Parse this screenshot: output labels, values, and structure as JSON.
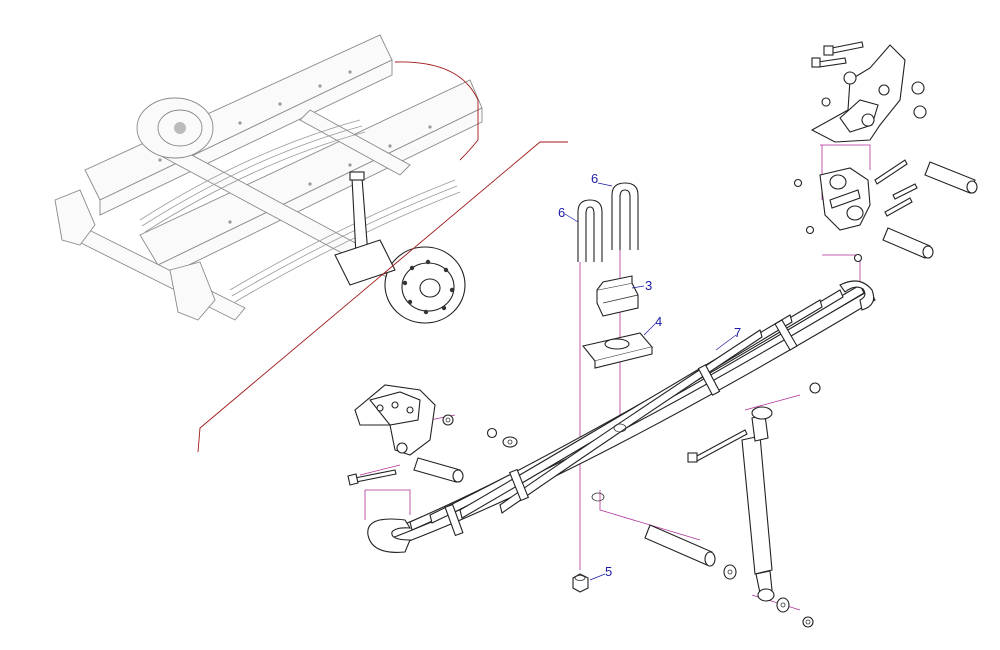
{
  "callouts": [
    {
      "id": "6",
      "text": "6"
    },
    {
      "id": "6b",
      "text": "6"
    },
    {
      "id": "3",
      "text": "3"
    },
    {
      "id": "4",
      "text": "4"
    },
    {
      "id": "7",
      "text": "7"
    },
    {
      "id": "5",
      "text": "5"
    }
  ],
  "colors": {
    "label": "#1a1aa6",
    "assembly_line": "#b0309a",
    "inset_boundary": "#a01818",
    "part_outline": "#222222",
    "context_outline": "#8a8a8a"
  }
}
